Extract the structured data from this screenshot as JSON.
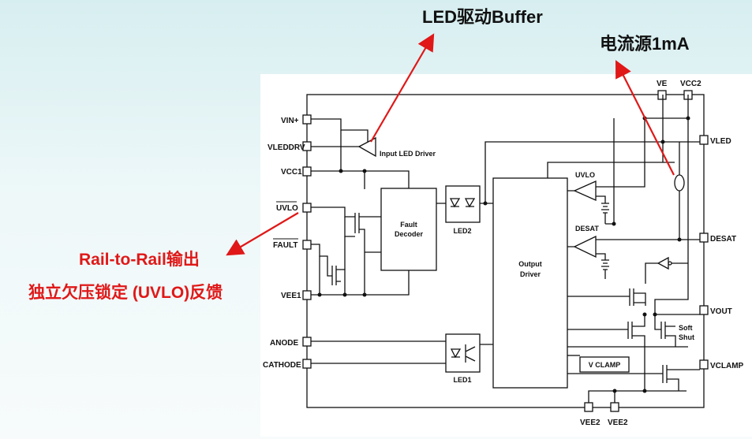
{
  "annotations": {
    "led_buffer": "LED驱动Buffer",
    "current_source": "电流源1mA",
    "rail_to_rail": "Rail-to-Rail输出",
    "uvlo_feedback": "独立欠压锁定 (UVLO)反馈"
  },
  "pins_left": {
    "vin_plus": "VIN+",
    "vleddrv": "VLEDDRV",
    "vcc1": "VCC1",
    "uvlo": "UVLO",
    "fault": "FAULT",
    "vee1": "VEE1",
    "anode": "ANODE",
    "cathode": "CATHODE"
  },
  "pins_right": {
    "vled": "VLED",
    "desat": "DESAT",
    "vout": "VOUT",
    "vclamp": "VCLAMP"
  },
  "pins_top": {
    "ve": "VE",
    "vcc2": "VCC2"
  },
  "pins_bottom": {
    "vee2_a": "VEE2",
    "vee2_b": "VEE2"
  },
  "blocks": {
    "input_led_driver": "Input LED Driver",
    "fault_decoder_1": "Fault",
    "fault_decoder_2": "Decoder",
    "led2": "LED2",
    "led1": "LED1",
    "output_driver_1": "Output",
    "output_driver_2": "Driver",
    "uvlo_comp": "UVLO",
    "desat_comp": "DESAT",
    "soft_shut_1": "Soft",
    "soft_shut_2": "Shut",
    "vclamp_box": "V CLAMP"
  },
  "colors": {
    "arrow": "#e01818",
    "line": "#111111",
    "panel": "#ffffff"
  }
}
